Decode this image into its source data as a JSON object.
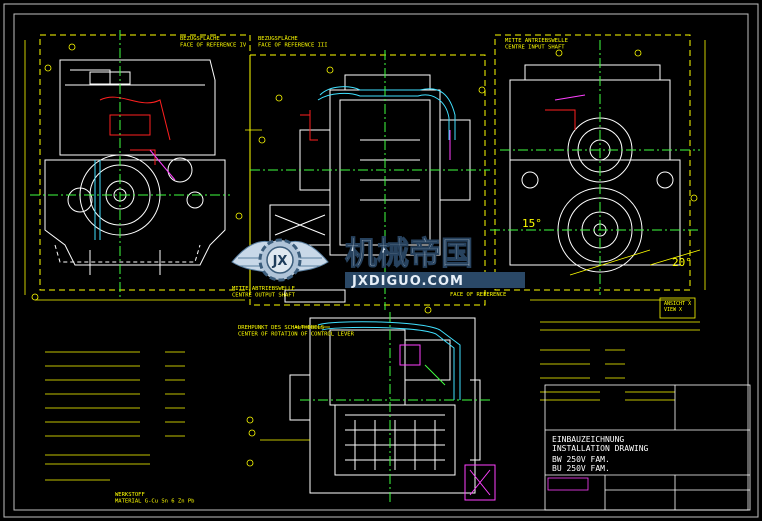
{
  "drawing": {
    "colors": {
      "background": "#000000",
      "outline": "#ffffff",
      "annotation": "#ffff00",
      "hidden": "#ff2020",
      "cooling": "#40e0ff",
      "detail": "#ff40ff",
      "center": "#40ff40",
      "frame": "#c0c0c0"
    },
    "face_reference_left": "BEZUGSFLÄCHE\nFACE OF REFERENCE IV",
    "face_reference_center": "BEZUGSFLÄCHE\nFACE OF REFERENCE III",
    "input_shaft_center": "MITTE ANTRIEBSWELLE\nCENTRE INPUT SHAFT",
    "output_shaft_center": "MITTE ABTRIEBSWELLE\nCENTRE OUTPUT SHAFT",
    "face_reference_lower": "FACE OF REFERENCE",
    "control_lever_center": "DREHPUNKT DES SCHALTHEBELS\nCENTER OF ROTATION OF CONTROL LEVER",
    "angle_left": "15°",
    "angle_right": "20°",
    "view_label": "ANSICHT X\nVIEW X",
    "work_note": "WERKSTOFF\nMATERIAL G-Cu Sn 6 Zn Pb",
    "title_de": "EINBAUZEICHNUNG",
    "title_en": "INSTALLATION DRAWING",
    "model_1": "BW 250V FAM.",
    "model_2": "BU 250V FAM."
  },
  "watermark": {
    "logo_letters": "JX",
    "title_cn": "机械帝国",
    "site": "JXDIGUO.COM"
  }
}
